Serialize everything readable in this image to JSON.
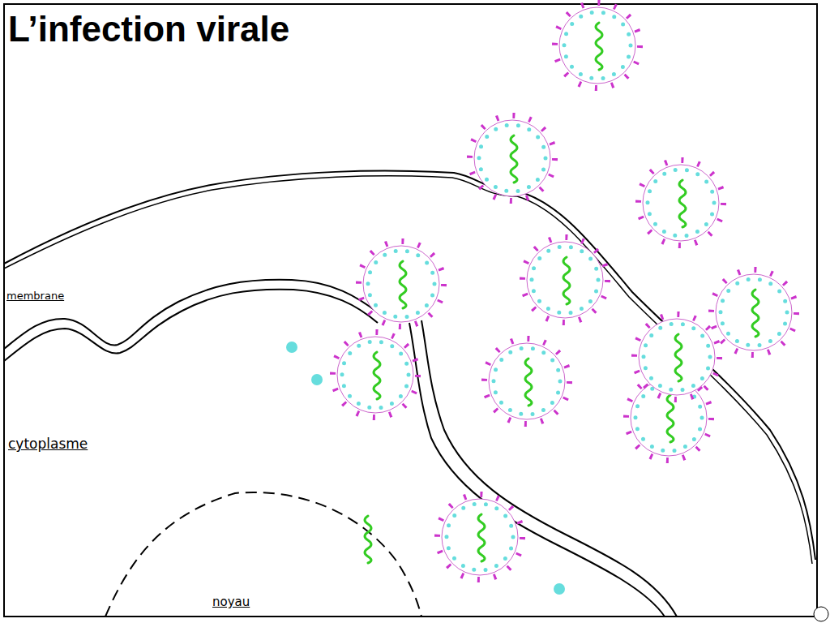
{
  "diagram": {
    "title": "L’infection virale",
    "labels": [
      "membrane",
      "cytoplasme",
      "noyau"
    ]
  }
}
